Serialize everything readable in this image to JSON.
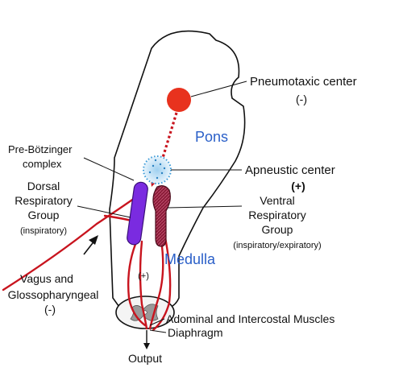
{
  "labels": {
    "pneumotaxic": "Pneumotaxic center",
    "pneumotaxic_sign": "(-)",
    "pons": "Pons",
    "pre_botzinger_1": "Pre-Bötzinger",
    "pre_botzinger_2": "complex",
    "apneustic": "Apneustic center",
    "apneustic_sign": "(+)",
    "dorsal_1": "Dorsal",
    "dorsal_2": "Respiratory",
    "dorsal_3": "Group",
    "dorsal_4": "(inspiratory)",
    "ventral_1": "Ventral",
    "ventral_2": "Respiratory",
    "ventral_3": "Group",
    "ventral_4": "(inspiratory/expiratory)",
    "medulla": "Medulla",
    "plus_sign": "(+)",
    "vagus_1": "Vagus and",
    "vagus_2": "Glossopharyngeal",
    "vagus_3": "(-)",
    "muscles": "Adominal and Intercostal Muscles",
    "diaphragm": "Diaphragm",
    "output": "Output"
  },
  "colors": {
    "outline": "#111111",
    "pneumotaxic_fill": "#e8321e",
    "nerve_red": "#c8141e",
    "dorsal_purple": "#7a2be0",
    "ventral_maroon": "#8a1c38",
    "apneustic_dots": "#3a9ad8",
    "region_blue": "#2a5fc8"
  }
}
